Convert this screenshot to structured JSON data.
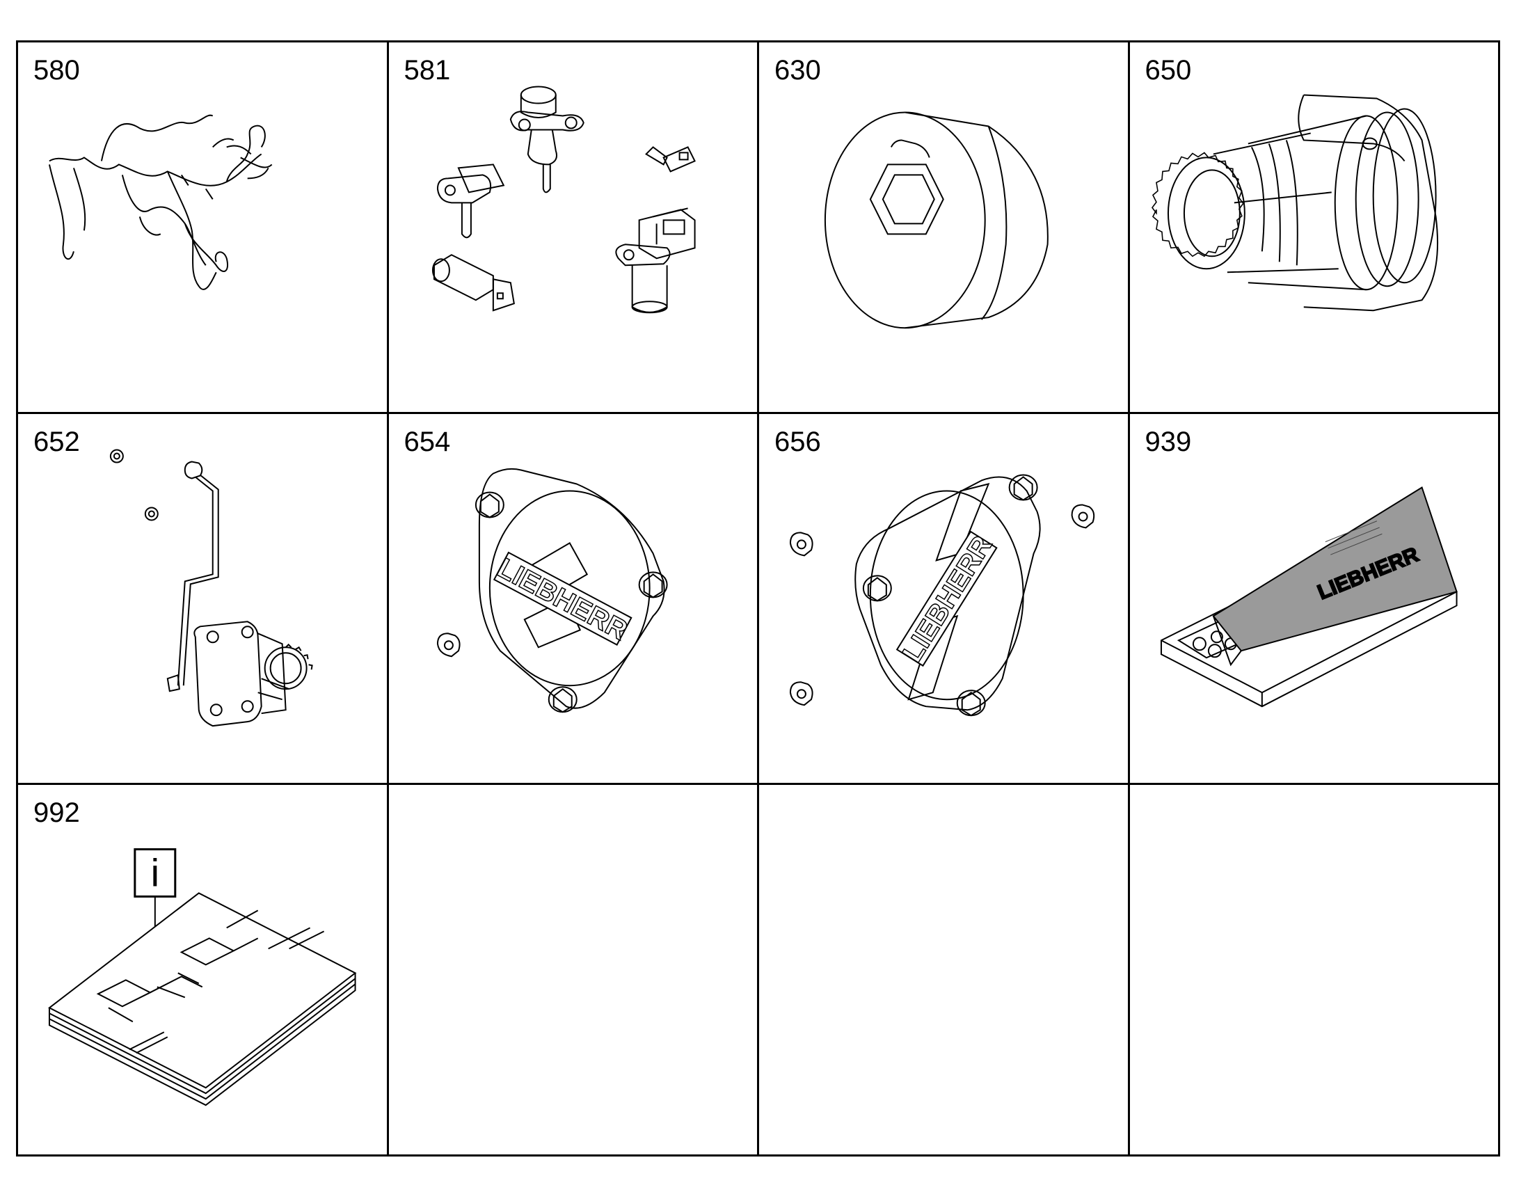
{
  "cells": [
    {
      "label": "580",
      "icon": "wiring-harness-icon"
    },
    {
      "label": "581",
      "icon": "sensors-icon"
    },
    {
      "label": "630",
      "icon": "screw-plug-icon"
    },
    {
      "label": "650",
      "icon": "gear-drive-icon"
    },
    {
      "label": "652",
      "icon": "pump-assembly-icon"
    },
    {
      "label": "654",
      "icon": "cover-plate-icon"
    },
    {
      "label": "656",
      "icon": "cover-plate-icon"
    },
    {
      "label": "939",
      "icon": "seal-kit-box-icon"
    },
    {
      "label": "992",
      "icon": "documentation-icon"
    },
    {
      "label": "",
      "icon": ""
    },
    {
      "label": "",
      "icon": ""
    },
    {
      "label": "",
      "icon": ""
    }
  ],
  "brand": {
    "name": "LIEBHERR"
  },
  "info_symbol": "i",
  "colors": {
    "line": "#000000",
    "background": "#ffffff",
    "shading": "#9a9a9a"
  }
}
